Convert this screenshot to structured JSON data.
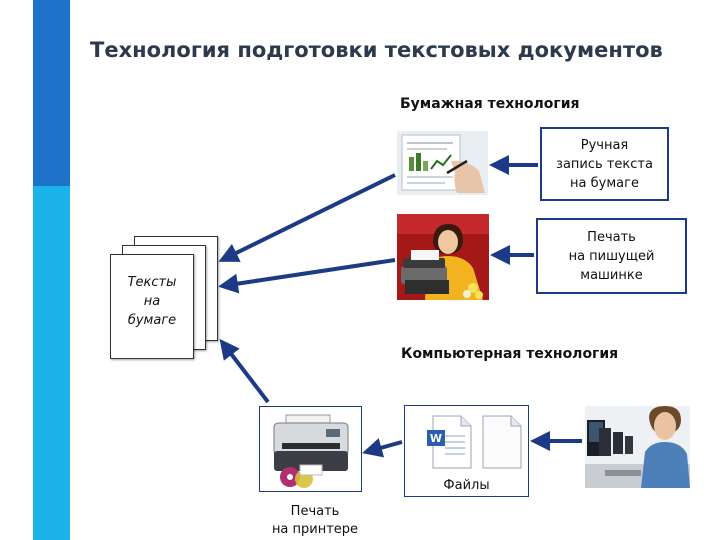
{
  "title": "Технология подготовки текстовых документов",
  "paper_section": "Бумажная  технология",
  "computer_section": "Компьютерная   технология",
  "handwriting_box": [
    "Ручная",
    "запись текста",
    "на  бумаге"
  ],
  "typewriter_box": [
    "Печать",
    "на  пишущей",
    "машинке"
  ],
  "texts_on_paper": [
    "Тексты",
    "на",
    "бумаге"
  ],
  "files_label": "Файлы",
  "printer_caption": [
    "Печать",
    "на  принтере"
  ],
  "colors": {
    "sidebar_dark": "#1e73c8",
    "sidebar_light": "#1ab3ea",
    "arrow": "#1c3a86",
    "box_border": "#1c3a86"
  }
}
